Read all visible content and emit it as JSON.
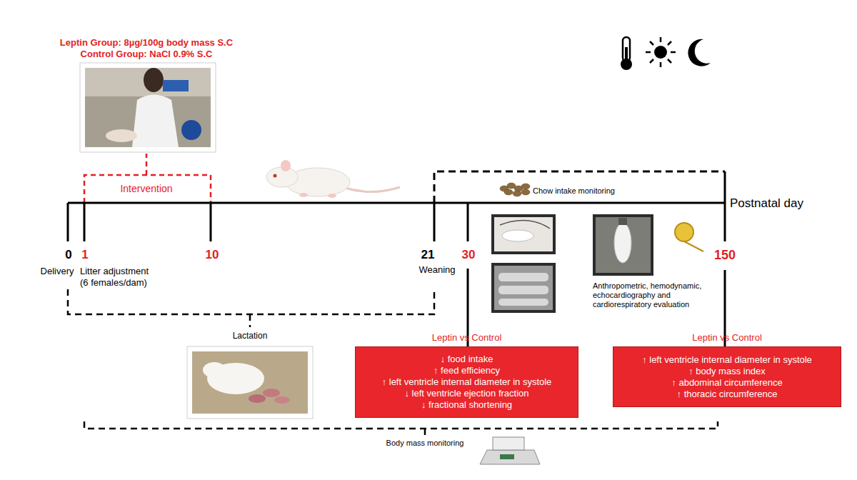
{
  "diagram": {
    "nodes": [
      {
        "text": [
          "Leptin vs Control",
          "↓ food intake",
          "↑ feed efficiency",
          "↑ left ventricle internal diameter in systole",
          "↓ left ventricle ejection fraction",
          "↓ fractional shortening"
        ]
      },
      {
        "text": [
          "Leptin vs Control",
          "↑ left ventricle internal diameter in systole",
          "↑ body mass index",
          "↑ abdominal circumference",
          "↑ thoracic circumference"
        ]
      }
    ],
    "labels": [
      "Leptin Group: 8µg/100g body mass S.C",
      "Control Group: NaCl 0.9% S.C",
      "Intervention",
      "0",
      "Delivery",
      "1",
      "Litter adjustment (6 females/dam)",
      "10",
      "21",
      "Weaning",
      "30",
      "150",
      "Postnatal day",
      "Chow intake monitoring",
      "Anthropometric, hemodynamic, echocardiography and cardiorespiratory evaluation",
      "Lactation",
      "Body mass monitoring"
    ]
  }
}
